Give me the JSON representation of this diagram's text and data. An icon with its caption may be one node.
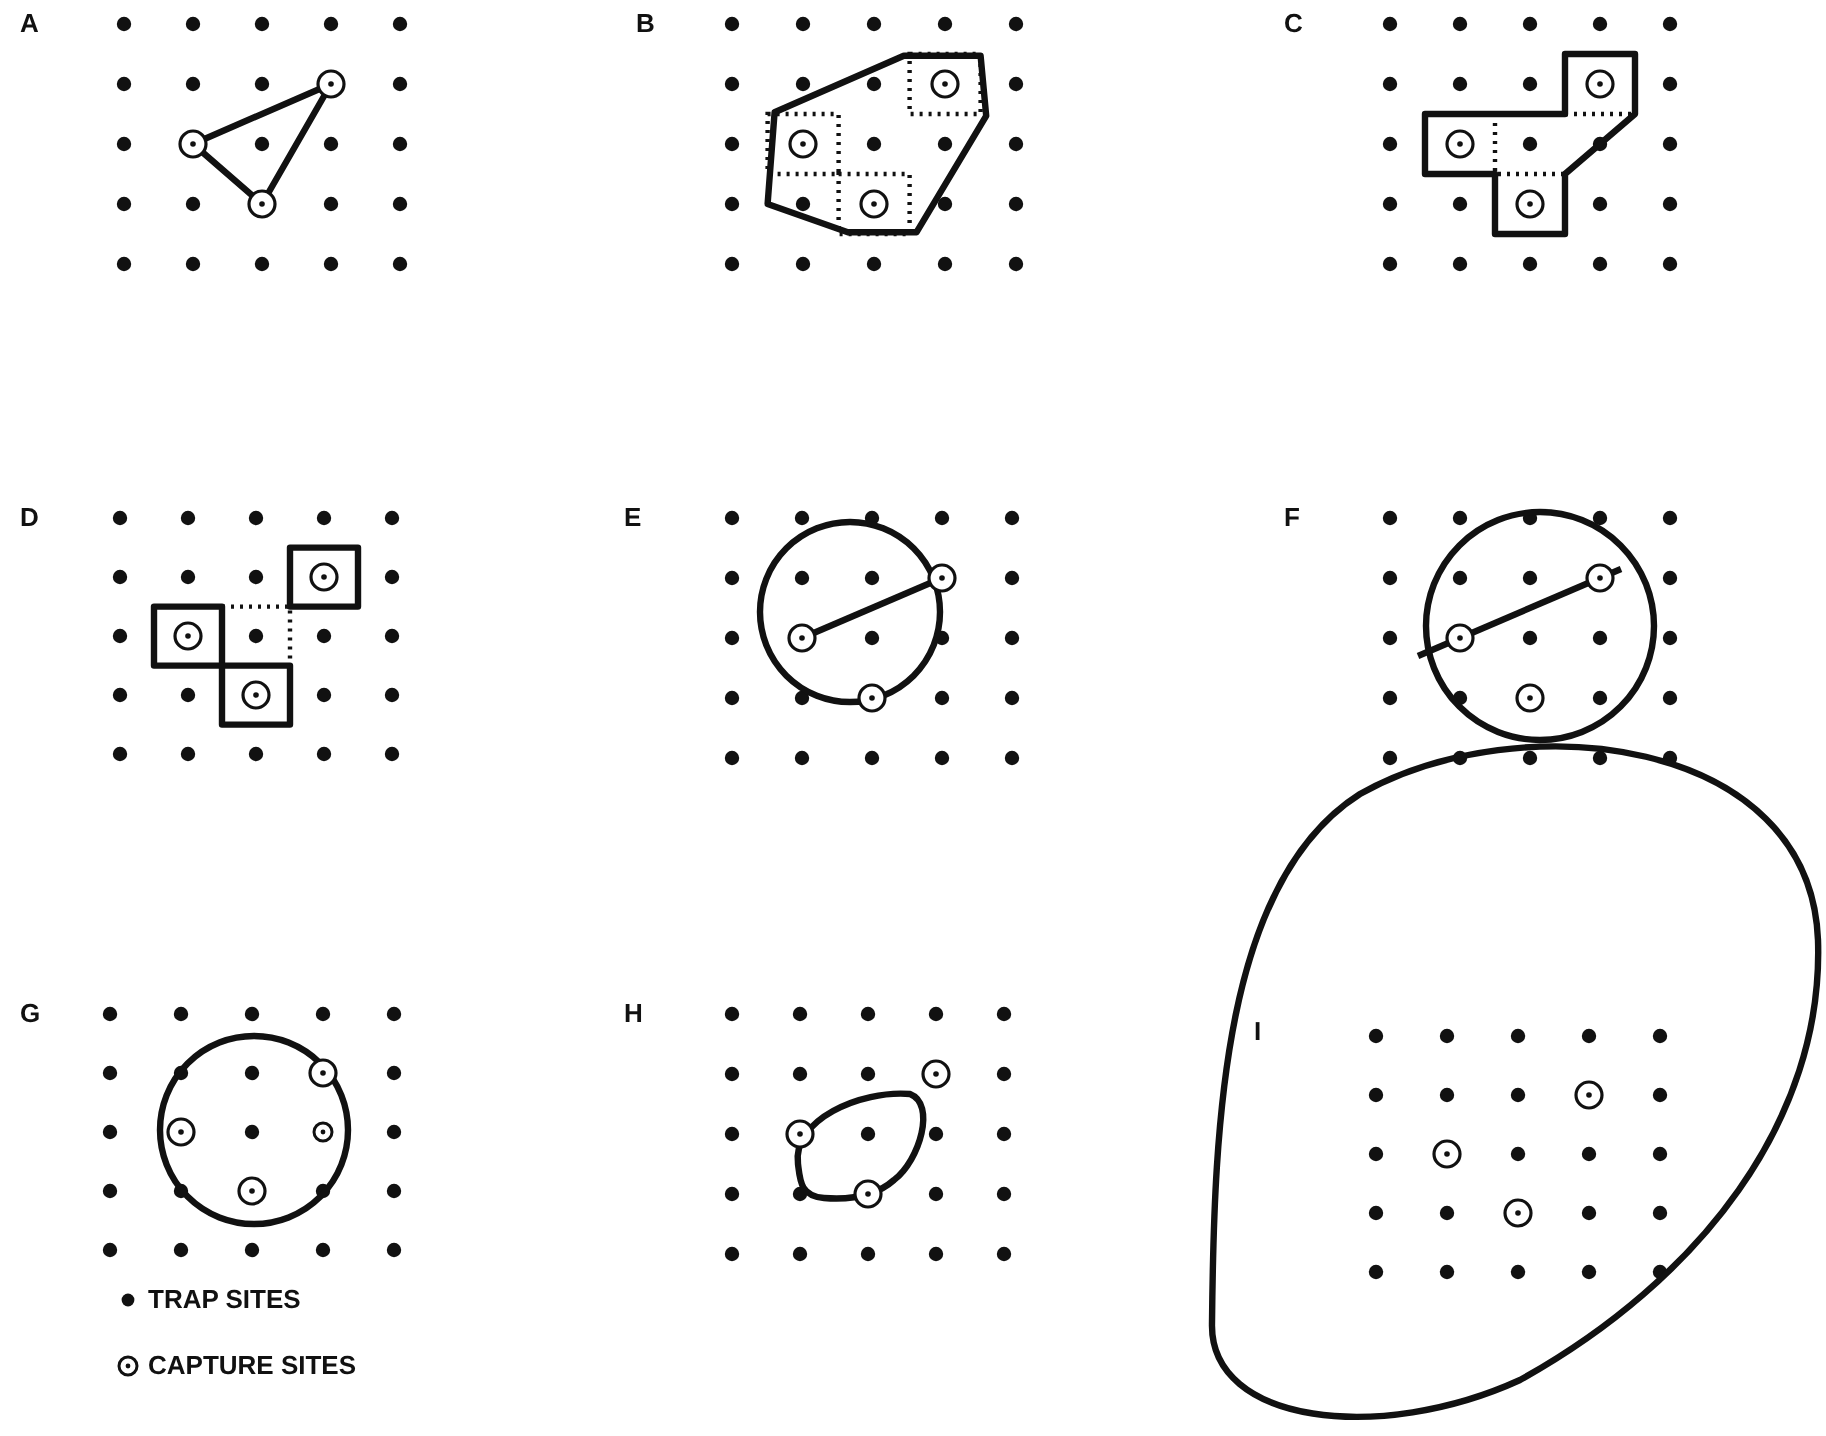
{
  "diagram": {
    "labels": [
      "A",
      "B",
      "C",
      "D",
      "E",
      "F",
      "G",
      "H",
      "I"
    ],
    "legend": [
      {
        "text": "TRAP SITES"
      },
      {
        "text": "CAPTURE SITES"
      }
    ]
  }
}
